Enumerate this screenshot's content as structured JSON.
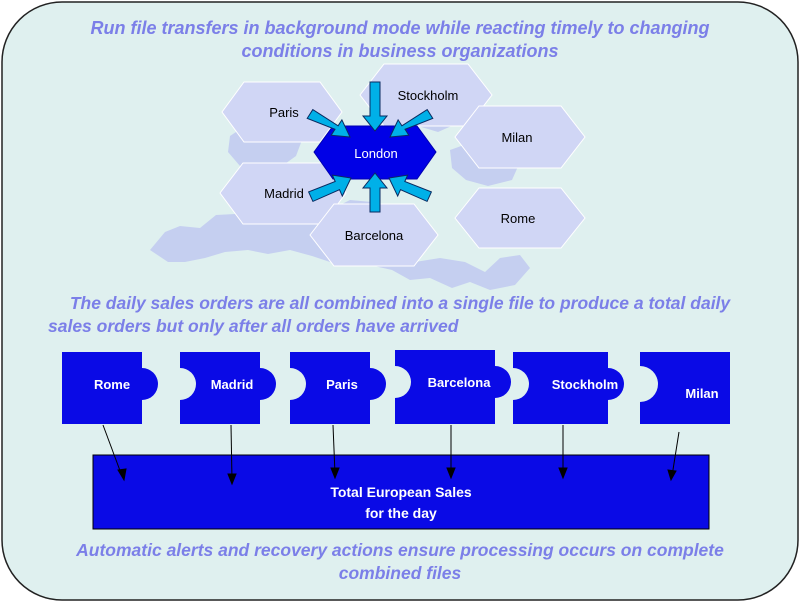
{
  "colors": {
    "panel_fill": "#dff0ef",
    "panel_border": "#222222",
    "caption_text": "#7b7fe8",
    "map_fill": "#c5cff0",
    "hexagon_fill": "#d0d6f5",
    "hub_fill": "#0000e6",
    "arrow_fill": "#00b0e8",
    "puzzle_fill": "#0a0ae6",
    "total_box_fill": "#0a0ae6"
  },
  "captions": {
    "top": [
      "Run file transfers in background mode while reacting timely to changing",
      "conditions in business organizations"
    ],
    "middle": [
      "The daily sales orders are all combined into a single file to produce a total daily",
      "sales orders but only after all orders have arrived"
    ],
    "bottom": [
      "Automatic alerts and recovery actions ensure processing occurs on complete",
      "combined files"
    ]
  },
  "network": {
    "hub": "London",
    "cities": {
      "paris": "Paris",
      "stockholm": "Stockholm",
      "milan": "Milan",
      "madrid": "Madrid",
      "rome": "Rome",
      "barcelona": "Barcelona"
    }
  },
  "puzzle_pieces": [
    "Rome",
    "Madrid",
    "Paris",
    "Barcelona",
    "Stockholm",
    "Milan"
  ],
  "total_box": [
    "Total European Sales",
    "for the day"
  ]
}
